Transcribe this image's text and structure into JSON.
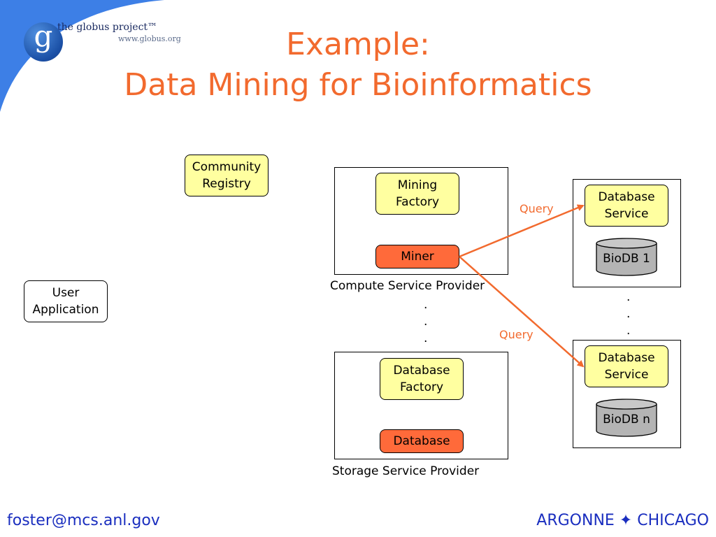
{
  "logo": {
    "name": "the globus project™",
    "url": "www.globus.org",
    "glyph": "g"
  },
  "title": {
    "line1": "Example:",
    "line2": "Data Mining for Bioinformatics"
  },
  "nodes": {
    "community_registry": "Community\nRegistry",
    "user_application": "User\nApplication",
    "mining_factory": "Mining\nFactory",
    "miner": "Miner",
    "database_factory": "Database\nFactory",
    "database": "Database",
    "database_service_1": "Database\nService",
    "database_service_n": "Database\nService",
    "biodb_1": "BioDB 1",
    "biodb_n": "BioDB n"
  },
  "captions": {
    "compute": "Compute Service Provider",
    "storage": "Storage Service Provider"
  },
  "edges": [
    {
      "from": "Miner",
      "to": "Database Service (BioDB 1)",
      "label": "Query"
    },
    {
      "from": "Miner",
      "to": "Database Service (BioDB n)",
      "label": "Query"
    }
  ],
  "ellipsis_dot": ".",
  "footer": {
    "email": "foster@mcs.anl.gov",
    "affiliation": "ARGONNE ✦ CHICAGO"
  },
  "colors": {
    "title": "#f26a2e",
    "swoosh": "#3d7fe6",
    "factory_fill": "#ffffa0",
    "worker_fill": "#ff6a3a",
    "arrow": "#f26a2e",
    "cylinder": "#b4b4b4",
    "footer": "#1a2ebf"
  }
}
